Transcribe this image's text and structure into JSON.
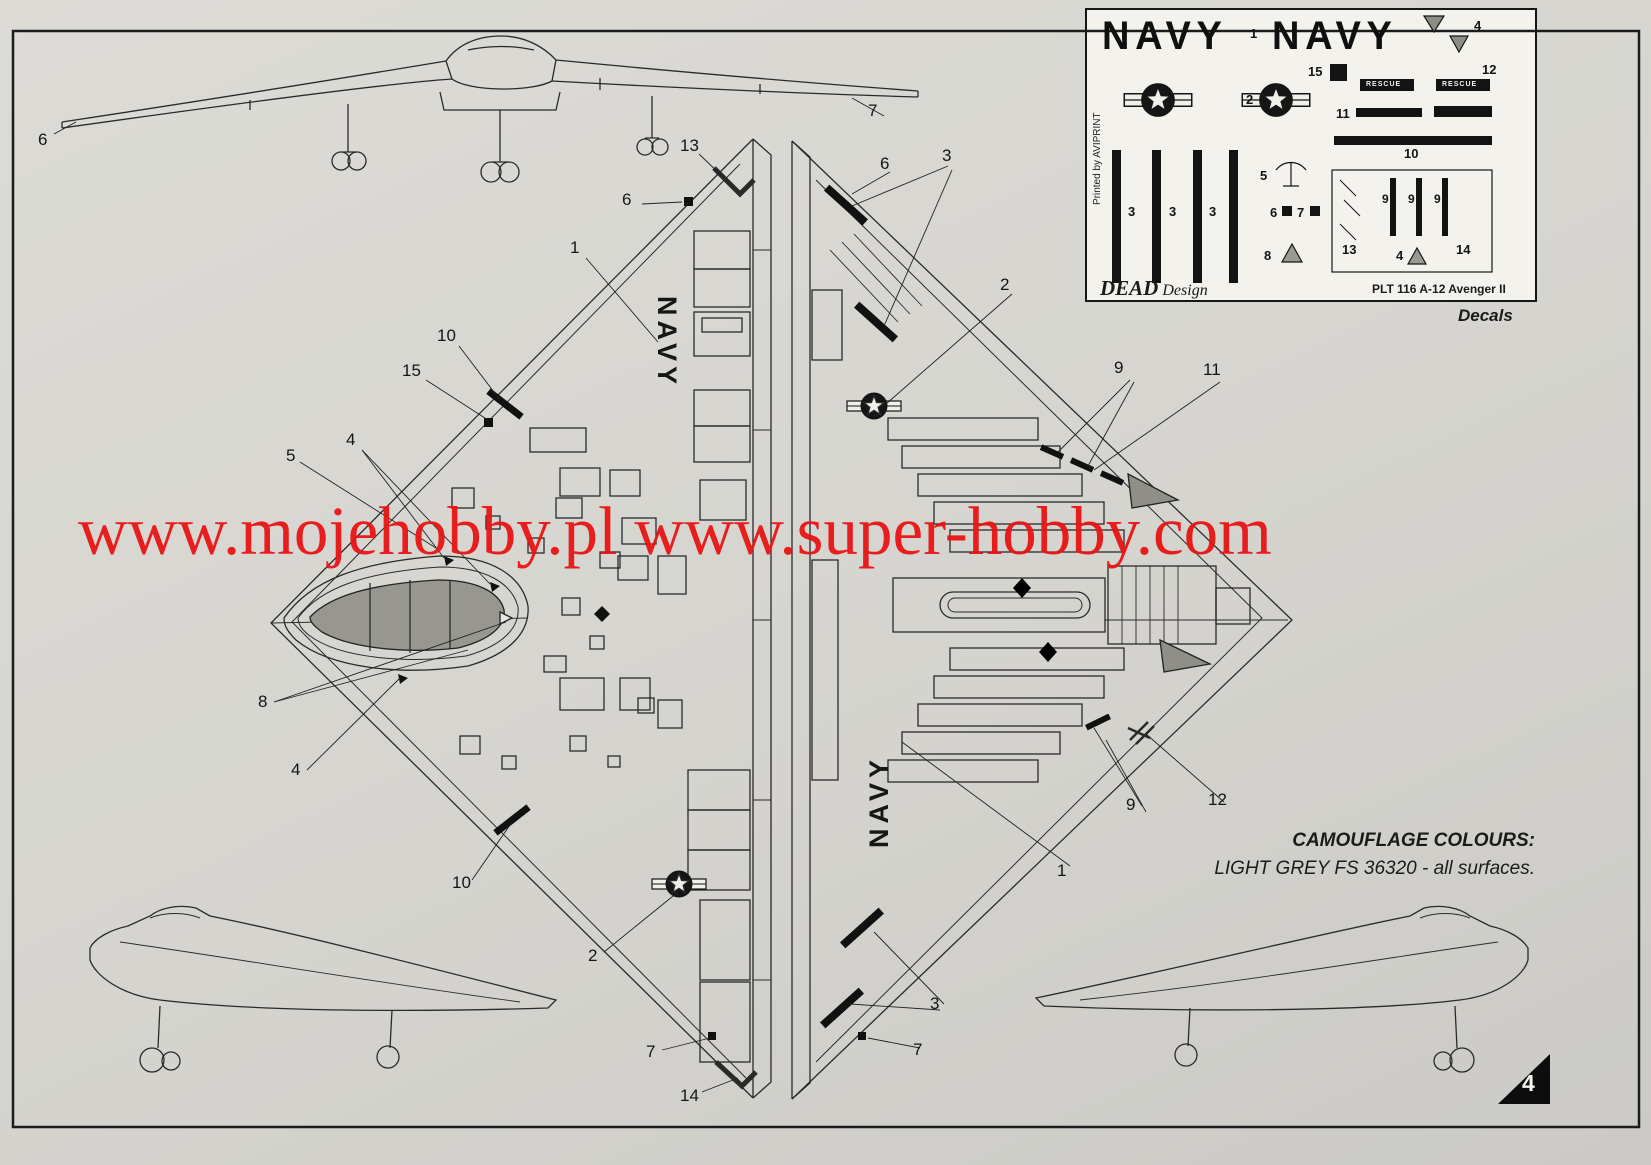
{
  "page": {
    "watermark": "www.mojehobby.pl www.super-hobby.com",
    "page_number": "4"
  },
  "decal_sheet": {
    "navy_left": "NAVY",
    "navy_right": "NAVY",
    "printed_by": "Printed by AVIPRINT",
    "brand_dead": "DEAD",
    "brand_design": "Design",
    "product_code": "PLT 116 A-12 Avenger II",
    "caption": "Decals",
    "rescue_a": "RESCUE",
    "rescue_b": "RESCUE",
    "numbers": {
      "top_center": "1",
      "top_right": "4",
      "r15": "15",
      "r12": "12",
      "r2": "2",
      "r11": "11",
      "s3a": "3",
      "s3b": "3",
      "s3c": "3",
      "r5": "5",
      "r6": "6",
      "r7": "7",
      "r8": "8",
      "r10": "10",
      "g9a": "9",
      "g9b": "9",
      "g9c": "9",
      "r13": "13",
      "r4b": "4",
      "r14": "14"
    }
  },
  "plan_view": {
    "navy_top": "NAVY",
    "navy_bottom": "NAVY"
  },
  "notes": {
    "camouflage_title": "CAMOUFLAGE COLOURS:",
    "camouflage_detail": "LIGHT GREY  FS 36320 - all surfaces."
  },
  "callouts": [
    {
      "label": "6"
    },
    {
      "label": "7"
    },
    {
      "label": "13"
    },
    {
      "label": "6"
    },
    {
      "label": "6"
    },
    {
      "label": "3"
    },
    {
      "label": "1"
    },
    {
      "label": "2"
    },
    {
      "label": "10"
    },
    {
      "label": "15"
    },
    {
      "label": "9"
    },
    {
      "label": "11"
    },
    {
      "label": "4"
    },
    {
      "label": "5"
    },
    {
      "label": "8"
    },
    {
      "label": "4"
    },
    {
      "label": "10"
    },
    {
      "label": "2"
    },
    {
      "label": "9"
    },
    {
      "label": "12"
    },
    {
      "label": "1"
    },
    {
      "label": "3"
    },
    {
      "label": "7"
    },
    {
      "label": "14"
    },
    {
      "label": "7"
    }
  ]
}
